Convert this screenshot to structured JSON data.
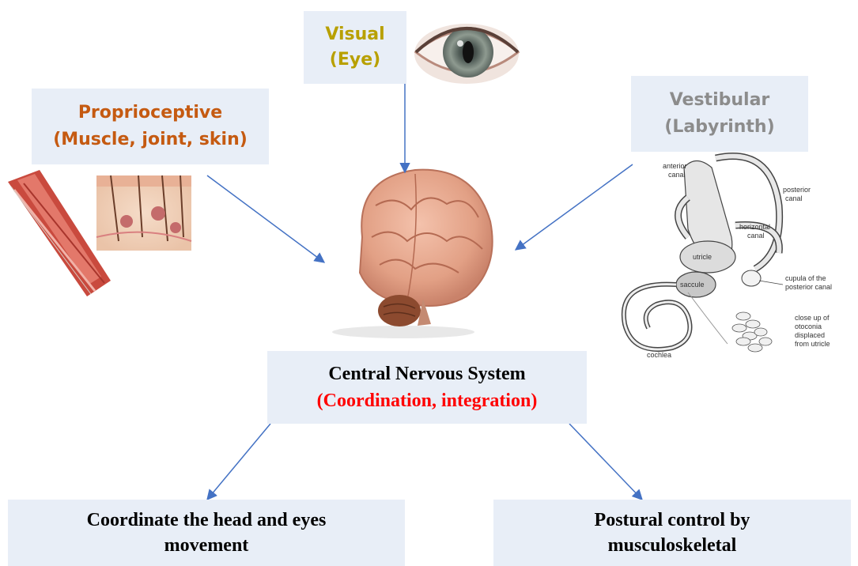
{
  "visual": {
    "line1": "Visual",
    "line2": "(Eye)",
    "color": "#b8a000"
  },
  "proprioceptive": {
    "line1": "Proprioceptive",
    "line2": "(Muscle, joint, skin)",
    "color": "#c55a11"
  },
  "vestibular": {
    "line1": "Vestibular",
    "line2": "(Labyrinth)",
    "color": "#8c8c8c"
  },
  "cns": {
    "line1": "Central Nervous System",
    "line2": "(Coordination, integration)",
    "line2_color": "#ff0000"
  },
  "output_left": {
    "line1": "Coordinate the head and eyes",
    "line2": "movement"
  },
  "output_right": {
    "line1": "Postural control by",
    "line2": "musculoskeletal"
  },
  "ear_labels": {
    "anterior": "anterior",
    "canal1": "canal",
    "posterior": "posterior",
    "canal2": "canal",
    "horizontal": "horizontal",
    "canal3": "canal",
    "utricle": "utricle",
    "saccule": "saccule",
    "cupula1": "cupula of the",
    "cupula2": "posterior canal",
    "close1": "close up of",
    "close2": "otoconia",
    "close3": "displaced",
    "close4": "from utricle",
    "cochlea": "cochlea"
  },
  "arrow_color": "#4472c4"
}
